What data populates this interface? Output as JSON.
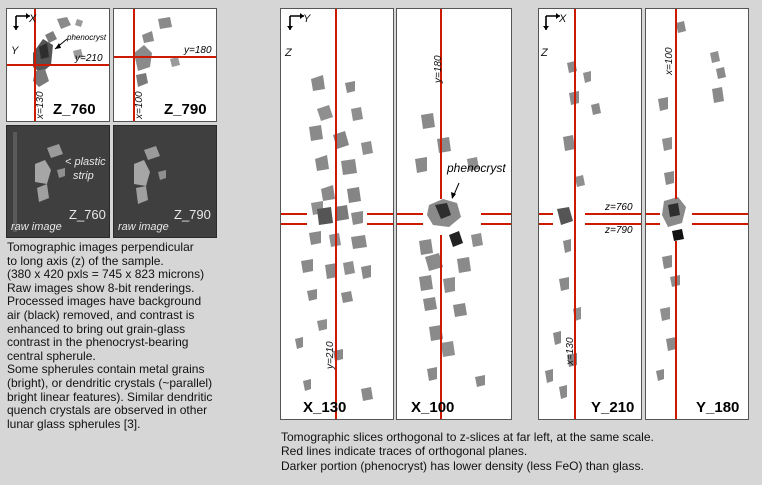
{
  "left_panels": {
    "z760": {
      "label": "Z_760",
      "axis_x": "X",
      "axis_y": "Y",
      "phenocryst_label": "phenocryst",
      "line_y_label": "y=210",
      "line_x_label": "x=130"
    },
    "z790": {
      "label": "Z_790",
      "line_y_label": "y=180",
      "line_x_label": "x=100"
    },
    "raw760": {
      "label": "Z_760",
      "note1": "< plastic",
      "note2": "strip",
      "raw_label": "raw image"
    },
    "raw790": {
      "label": "Z_790",
      "raw_label": "raw image"
    }
  },
  "right_panels": {
    "x130": {
      "label": "X_130",
      "axis_z": "Z",
      "axis_y": "Y",
      "line_label": "y=210"
    },
    "x100": {
      "label": "X_100",
      "line_label": "y=180",
      "phenocryst_label": "phenocryst"
    },
    "y210": {
      "label": "Y_210",
      "axis_z": "Z",
      "axis_x": "X",
      "line_label": "x=130",
      "z760_label": "z=760",
      "z790_label": "z=790"
    },
    "y180": {
      "label": "Y_180",
      "line_label": "x=100"
    }
  },
  "caption_left": [
    "Tomographic images perpendicular",
    "to long axis (z) of the sample.",
    "(380 x 420 pxls = 745 x 823 microns)",
    "Raw images show 8-bit renderings.",
    "Processed images have background",
    "air (black) removed, and contrast is",
    "enhanced to bring out grain-glass",
    "contrast in the phenocryst-bearing",
    "central spherule.",
    "Some spherules contain metal grains",
    "(bright), or dendritic crystals (~parallel)",
    "bright linear features). Similar dendritic",
    "quench crystals are observed in other",
    "lunar glass spherules [3]."
  ],
  "caption_right": [
    "Tomographic slices orthogonal to z-slices at far left, at the same scale.",
    "Red lines indicate traces of orthogonal planes.",
    "Darker portion (phenocryst) has lower density (less FeO) than glass."
  ],
  "colors": {
    "background": "#d6d6d6",
    "trace_line": "#cc1a00",
    "grain": "#8a8a8a",
    "phenocryst": "#3a3a3a"
  }
}
